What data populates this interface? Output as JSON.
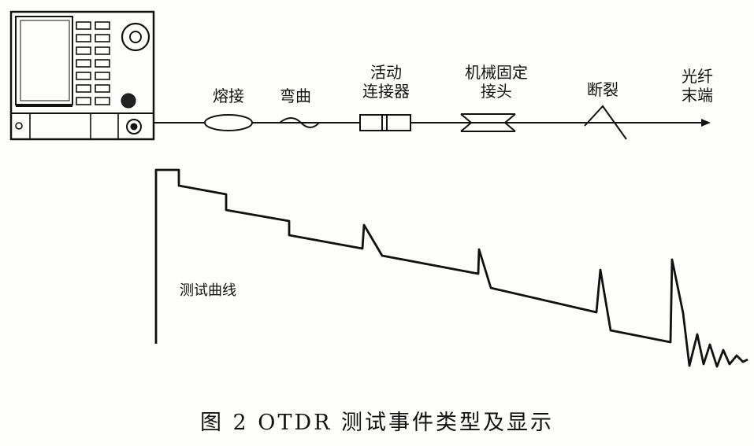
{
  "events": [
    {
      "id": "fusion_splice",
      "label": "熔接"
    },
    {
      "id": "bend",
      "label": "弯曲"
    },
    {
      "id": "active_connector",
      "label_lines": [
        "活动",
        "连接器"
      ]
    },
    {
      "id": "mechanical_splice",
      "label_lines": [
        "机械固定",
        "接头"
      ]
    },
    {
      "id": "break",
      "label": "断裂"
    },
    {
      "id": "fiber_end",
      "label_lines": [
        "光纤",
        "末端"
      ]
    }
  ],
  "trace": {
    "label": "测试曲线"
  },
  "caption": "图 2   OTDR 测试事件类型及显示"
}
